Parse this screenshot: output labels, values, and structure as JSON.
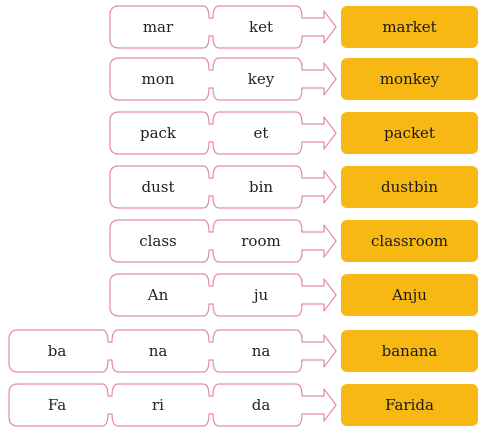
{
  "rows": [
    {
      "parts": [
        "mar",
        "ket"
      ],
      "word": "market"
    },
    {
      "parts": [
        "mon",
        "key"
      ],
      "word": "monkey"
    },
    {
      "parts": [
        "pack",
        "et"
      ],
      "word": "packet"
    },
    {
      "parts": [
        "dust",
        "bin"
      ],
      "word": "dustbin"
    },
    {
      "parts": [
        "class",
        "room"
      ],
      "word": "classroom"
    },
    {
      "parts": [
        "An",
        "ju"
      ],
      "word": "Anju"
    },
    {
      "parts": [
        "ba",
        "na",
        "na"
      ],
      "word": "banana"
    },
    {
      "parts": [
        "Fa",
        "ri",
        "da"
      ],
      "word": "Farida"
    }
  ],
  "colors": {
    "outline": "#e38aa6",
    "answer_fill": "#f7b813"
  }
}
